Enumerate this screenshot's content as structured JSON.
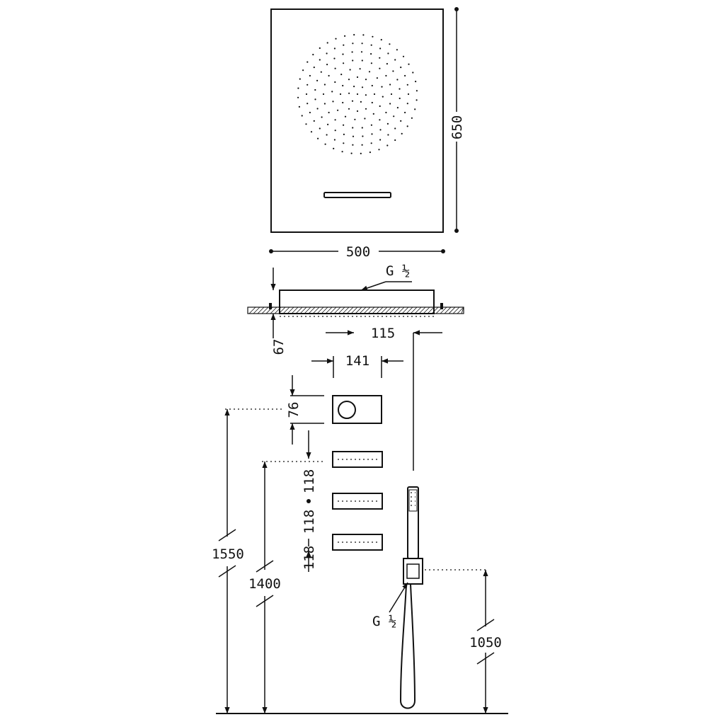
{
  "dimensions": {
    "panel_height": "650",
    "panel_width": "500",
    "depth": "67",
    "connection_top": "G ½",
    "offset_115": "115",
    "control_width": "141",
    "control_height": "76",
    "jet_spacing_1": "118",
    "jet_spacing_2": "118",
    "jet_spacing_3": "118",
    "height_1550": "1550",
    "height_1400": "1400",
    "connection_handshower": "G ½",
    "height_1050": "1050"
  }
}
